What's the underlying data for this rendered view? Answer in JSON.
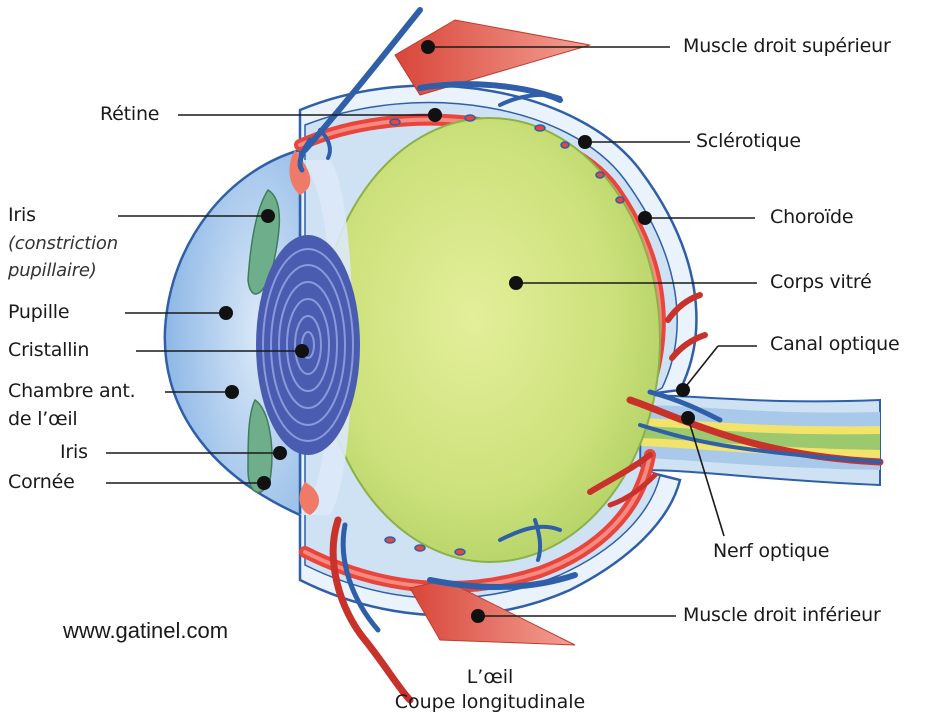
{
  "labels": {
    "muscle_superieur": "Muscle droit supérieur",
    "retine": "Rétine",
    "sclerotique": "Sclérotique",
    "iris_top": "Iris",
    "iris_note_1": "(constriction",
    "iris_note_2": "pupillaire)",
    "choroide": "Choroïde",
    "corps_vitre": "Corps vitré",
    "pupille": "Pupille",
    "canal_optique": "Canal optique",
    "cristallin": "Cristallin",
    "chambre_1": "Chambre ant.",
    "chambre_2": "de l’œil",
    "iris_bottom": "Iris",
    "cornee": "Cornée",
    "nerf_optique": "Nerf optique",
    "muscle_inferieur": "Muscle droit inférieur"
  },
  "website": "www.gatinel.com",
  "caption": {
    "line1": "L’œil",
    "line2": "Coupe longitudinale"
  },
  "colors": {
    "vitreous": "#c9dc6a",
    "cornea": "#a9c9ea",
    "iris": "#6fae8a",
    "lens": "#4a5cb0",
    "choroid": "#e8453c",
    "vessel": "#2f5fa8",
    "muscle": "#e86050",
    "nerve_yellow": "#f2e46a"
  }
}
